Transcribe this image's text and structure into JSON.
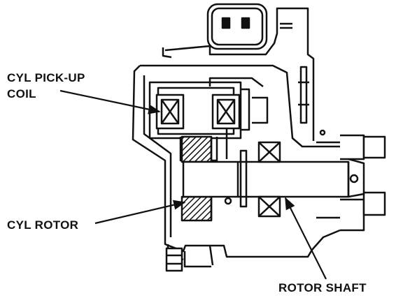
{
  "labels": {
    "pickup_line1": "CYL PICK-UP",
    "pickup_line2": "COIL",
    "rotor": "CYL ROTOR",
    "shaft": "ROTOR SHAFT"
  },
  "colors": {
    "ink": "#111111",
    "paper": "#ffffff"
  }
}
